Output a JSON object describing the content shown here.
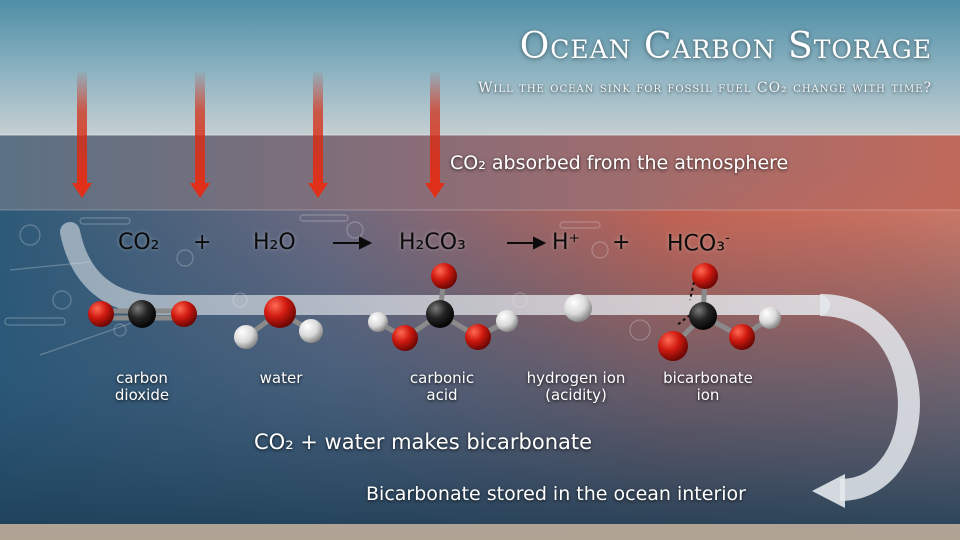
{
  "header": {
    "title": "Ocean Carbon Storage",
    "subtitle": "Will the ocean sink for fossil fuel CO₂ change with time?"
  },
  "atmosphere": {
    "absorbed_label": "CO₂ absorbed from the atmosphere"
  },
  "equation": {
    "term_co2": "CO₂",
    "plus_1": "+",
    "term_h2o": "H₂O",
    "term_h2co3": "H₂CO₃",
    "term_h_ion": "H⁺",
    "plus_2": "+",
    "term_hco3_base": "HCO₃",
    "term_hco3_charge": "-"
  },
  "molecules": [
    {
      "label": "carbon\ndioxide"
    },
    {
      "label": "water"
    },
    {
      "label": "carbonic\nacid"
    },
    {
      "label": "hydrogen ion\n(acidity)"
    },
    {
      "label": "bicarbonate\nion"
    }
  ],
  "notes": {
    "bicarbonate_formation": "CO₂ + water makes bicarbonate",
    "storage": "Bicarbonate stored in the ocean interior"
  },
  "colors": {
    "sky_top": "#5d98ad",
    "sky_bottom": "#b8c6cc",
    "ocean_blue": "#254f6e",
    "ocean_red": "#c05a4c",
    "arrow_red": "#c81e0a",
    "oxygen": "#cc1a12",
    "carbon": "#1a1a1a",
    "hydrogen": "#e8e8e8",
    "flow_arrow": "#d8dde2"
  }
}
